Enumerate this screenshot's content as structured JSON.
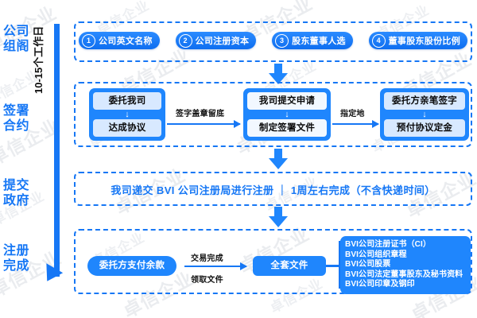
{
  "timeline": {
    "duration_label": "10-15个工作日",
    "stages": [
      {
        "line1": "公司",
        "line2": "组阁"
      },
      {
        "line1": "签署",
        "line2": "合约"
      },
      {
        "line1": "提交",
        "line2": "政府"
      },
      {
        "line1": "注册",
        "line2": "完成"
      }
    ]
  },
  "section_1": {
    "items": [
      {
        "num": "1",
        "label": "公司英文名称"
      },
      {
        "num": "2",
        "label": "公司注册资本"
      },
      {
        "num": "3",
        "label": "股东董事人选"
      },
      {
        "num": "4",
        "label": "董事股东股份比例"
      }
    ]
  },
  "section_2": {
    "groups": [
      {
        "top": "委托我司",
        "arrow": "↓",
        "bottom": "达成协议"
      },
      {
        "top": "我司提交申请",
        "arrow": "↓",
        "bottom": "制定签署文件"
      },
      {
        "top": "委托方亲笔签字",
        "arrow": "↓",
        "bottom": "预付协议定金"
      }
    ],
    "connector_labels": [
      "签字盖章留底",
      "指定地"
    ]
  },
  "section_3": {
    "text": "我司递交 BVI 公司注册局进行注册 ｜ 1周左右完成（不含快递时间）"
  },
  "section_4": {
    "pay_label": "委托方支付余款",
    "connector_label_line1": "交易完成",
    "connector_label_line2": "领取文件",
    "docs_label": "全套文件",
    "doc_items": [
      "BVI公司注册证书（CI）",
      "BVI公司组织章程",
      "BVI公司股票",
      "BVI公司法定董事股东及秘书资料",
      "BVI公司印章及钢印"
    ]
  },
  "watermark": {
    "text_large": "卓信企业",
    "text_small": "卓信企业"
  },
  "colors": {
    "accent_blue": "#1677f5",
    "box_blue": "#1f86fd",
    "inner_light_blue": "#d8e9ff",
    "inner_white_blue": "#f2f8ff",
    "background": "#ffffff"
  }
}
